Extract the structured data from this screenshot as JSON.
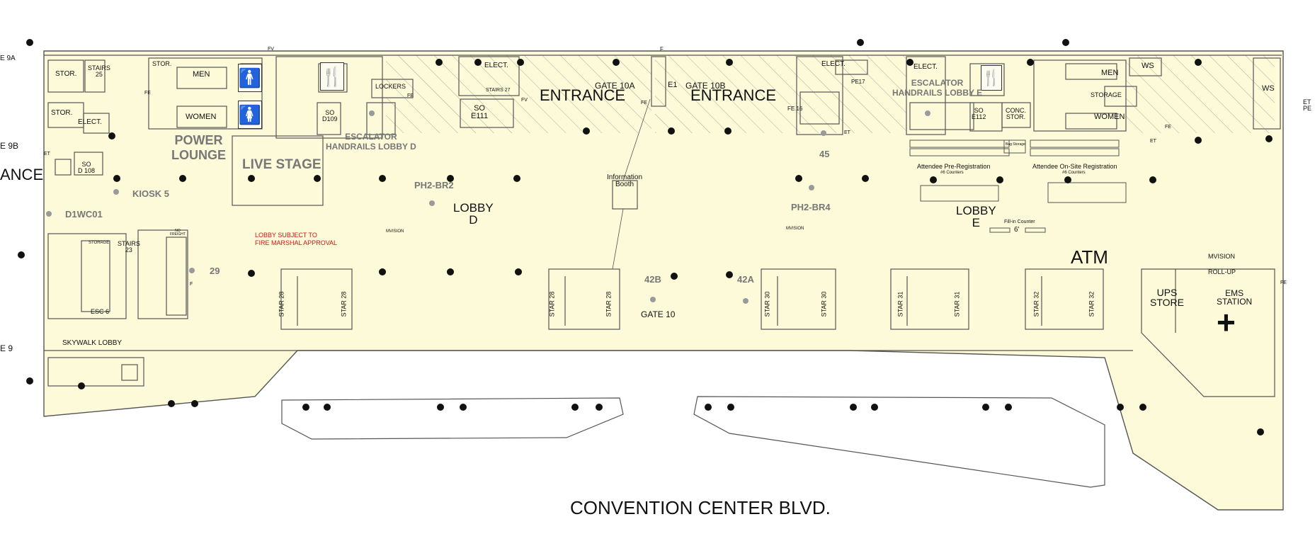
{
  "labels": {
    "street": "CONVENTION CENTER BLVD.",
    "entrance_left": "ENTRANCE",
    "entrance_right": "ENTRANCE",
    "entrance_edge": "ANCE",
    "gate_10a": "GATE 10A",
    "gate_10b": "GATE 10B",
    "gate_10": "GATE 10",
    "e9b": "E 9B",
    "e9a": "E 9A",
    "e9": "E 9",
    "power_lounge": "POWER\nLOUNGE",
    "live_stage": "LIVE STAGE",
    "kiosk_5": "KIOSK 5",
    "d1wc01": "D1WC01",
    "ph2_br2": "PH2-BR2",
    "ph2_br4": "PH2-BR4",
    "lobby_d": "LOBBY\nD",
    "lobby_e": "LOBBY\nE",
    "escalator_d": "ESCALATOR\nHANDRAILS LOBBY D",
    "escalator_e": "ESCALATOR\nHANDRAILS LOBBY E",
    "fire_marshal": "LOBBY SUBJECT TO\nFIRE MARSHAL APPROVAL",
    "info_booth": "Information\nBooth",
    "atm": "ATM",
    "ups_store": "UPS\nSTORE",
    "ems_station": "EMS\nSTATION",
    "mvision": "MVISION",
    "roll_up": "ROLL-UP",
    "pre_reg": "Attendee Pre-Registration",
    "pre_reg_counters": "#6 Counters",
    "onsite_reg": "Attendee On-Site Registration",
    "onsite_reg_counters": "#6 Counters",
    "fill_in": "Fill-in Counter",
    "six_ft": "6'",
    "n45": "45",
    "n29": "29",
    "n42b": "42B",
    "n42a": "42A",
    "men": "MEN",
    "women": "WOMEN",
    "stor": "STOR.",
    "elect": "ELECT.",
    "storage": "STORAGE",
    "lockers": "LOCKERS",
    "stairs_25": "STAIRS\n25",
    "stairs_23": "STAIRS\n23",
    "stairs_27": "STAIRS 27",
    "so_d109": "SO\nD109",
    "so_d108": "SO\nD 108",
    "so_e111": "SO\nE111",
    "so_e112": "SO\nE112",
    "conc_stor": "CONC.\nSTOR.",
    "esc_6": "ESC 6",
    "skywalk": "SKYWALK LOBBY",
    "ws": "WS",
    "star_28": "STAR 28",
    "star_30": "STAR 30",
    "star_31": "STAR 31",
    "star_32": "STAR 32",
    "e1": "E1",
    "fe": "FE",
    "et": "ET",
    "fv": "FV",
    "f": "F",
    "fe16": "FE 16",
    "pe17": "PE17",
    "et_pe": "ET\nPE",
    "bag_storage": "Bag Storage",
    "storage_small": "STORAGE",
    "no_freight": "NO\nFREIGHT"
  },
  "colors": {
    "floor": "#fcfad8",
    "walls": "#555555",
    "gray_label": "#777777",
    "alert": "#d21414"
  },
  "icons": {
    "restroom_men": "man-icon",
    "restroom_women": "woman-icon",
    "food": "fork-knife-icon",
    "escalator": "escalator-icon",
    "first_aid": "medical-cross-icon",
    "column": "column-dot-icon",
    "wifi_ap": "access-point-icon"
  }
}
